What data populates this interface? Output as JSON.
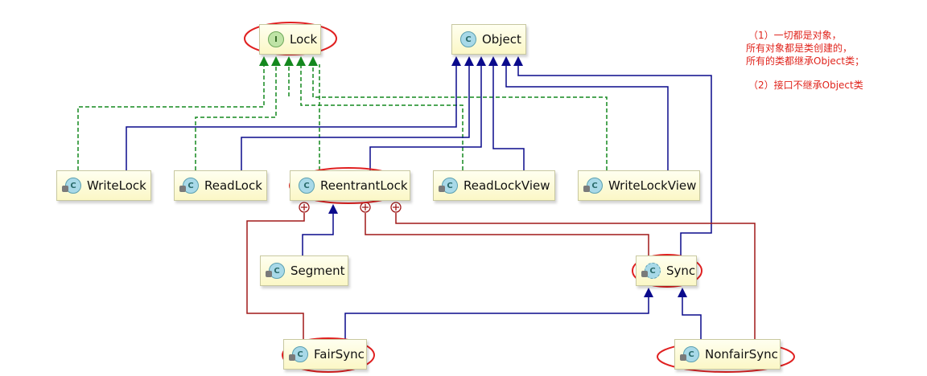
{
  "nodes": {
    "lock": {
      "label": "Lock",
      "icon": "interface-icon"
    },
    "object": {
      "label": "Object",
      "icon": "class-icon"
    },
    "write_lock": {
      "label": "WriteLock",
      "icon": "inner-class-icon"
    },
    "read_lock": {
      "label": "ReadLock",
      "icon": "inner-class-icon"
    },
    "reentrant_lock": {
      "label": "ReentrantLock",
      "icon": "class-icon"
    },
    "read_lock_view": {
      "label": "ReadLockView",
      "icon": "inner-class-icon"
    },
    "write_lock_view": {
      "label": "WriteLockView",
      "icon": "inner-class-icon"
    },
    "segment": {
      "label": "Segment",
      "icon": "inner-class-icon"
    },
    "sync": {
      "label": "Sync",
      "icon": "abstract-inner-class-icon"
    },
    "fair_sync": {
      "label": "FairSync",
      "icon": "inner-class-icon"
    },
    "nonfair_sync": {
      "label": "NonfairSync",
      "icon": "inner-class-icon"
    }
  },
  "notes": {
    "line1": "（1）一切都是对象，",
    "line2": "所有对象都是类创建的，",
    "line3": "所有的类都继承Object类；",
    "line4": "（2）接口不继承Object类"
  },
  "colors": {
    "extends": "#0a0a8c",
    "implements": "#14881e",
    "inner": "#a01818",
    "highlight": "#e02020",
    "note_text": "#e0241c"
  }
}
